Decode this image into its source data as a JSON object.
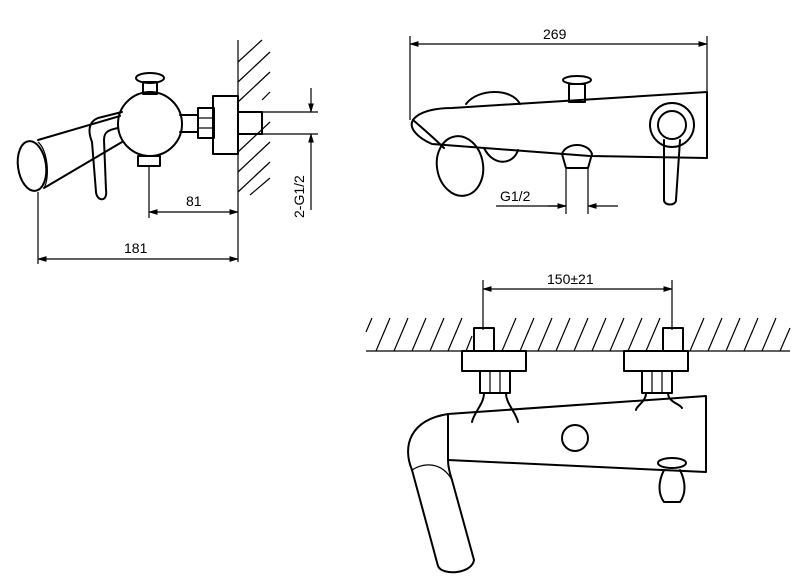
{
  "dimensions": {
    "side_overall_depth": "181",
    "side_wall_to_inlet": "81",
    "side_inlet_thread": "2-G1/2",
    "top_overall_width": "269",
    "top_outlet_thread": "G1/2",
    "front_inlet_centers": "150±21"
  },
  "colors": {
    "line": "#000000",
    "background": "#ffffff"
  }
}
